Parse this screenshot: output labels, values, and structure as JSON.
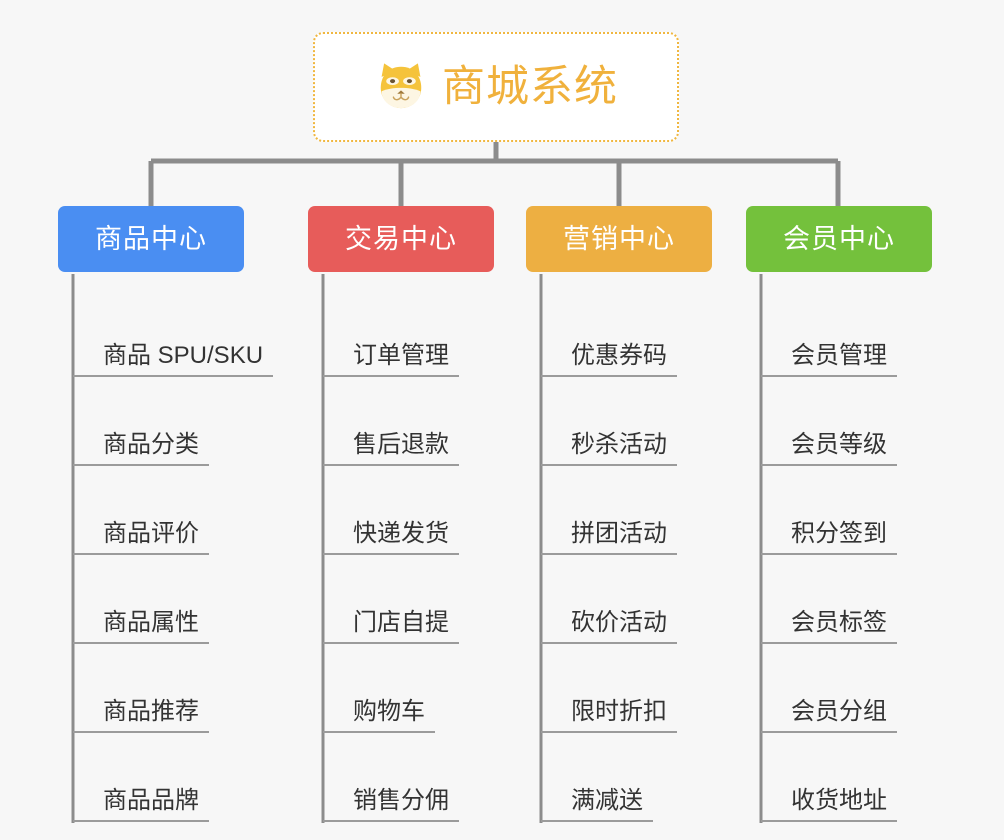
{
  "page": {
    "background_color": "#f7f7f7",
    "type": "mindmap"
  },
  "root": {
    "title": "商城系统",
    "icon": "shiba-dog-face-emoji",
    "border_color": "#f0b740",
    "text_color": "#f0b13c"
  },
  "branches": [
    {
      "label": "商品中心",
      "color": "#4a8ef2",
      "items": [
        "商品 SPU/SKU",
        "商品分类",
        "商品评价",
        "商品属性",
        "商品推荐",
        "商品品牌"
      ]
    },
    {
      "label": "交易中心",
      "color": "#e75c5a",
      "items": [
        "订单管理",
        "售后退款",
        "快递发货",
        "门店自提",
        "购物车",
        "销售分佣"
      ]
    },
    {
      "label": "营销中心",
      "color": "#edaf42",
      "items": [
        "优惠券码",
        "秒杀活动",
        "拼团活动",
        "砍价活动",
        "限时折扣",
        "满减送"
      ]
    },
    {
      "label": "会员中心",
      "color": "#74c13c",
      "items": [
        "会员管理",
        "会员等级",
        "积分签到",
        "会员标签",
        "会员分组",
        "收货地址"
      ]
    }
  ],
  "connector": {
    "color": "#8c8c8c"
  }
}
